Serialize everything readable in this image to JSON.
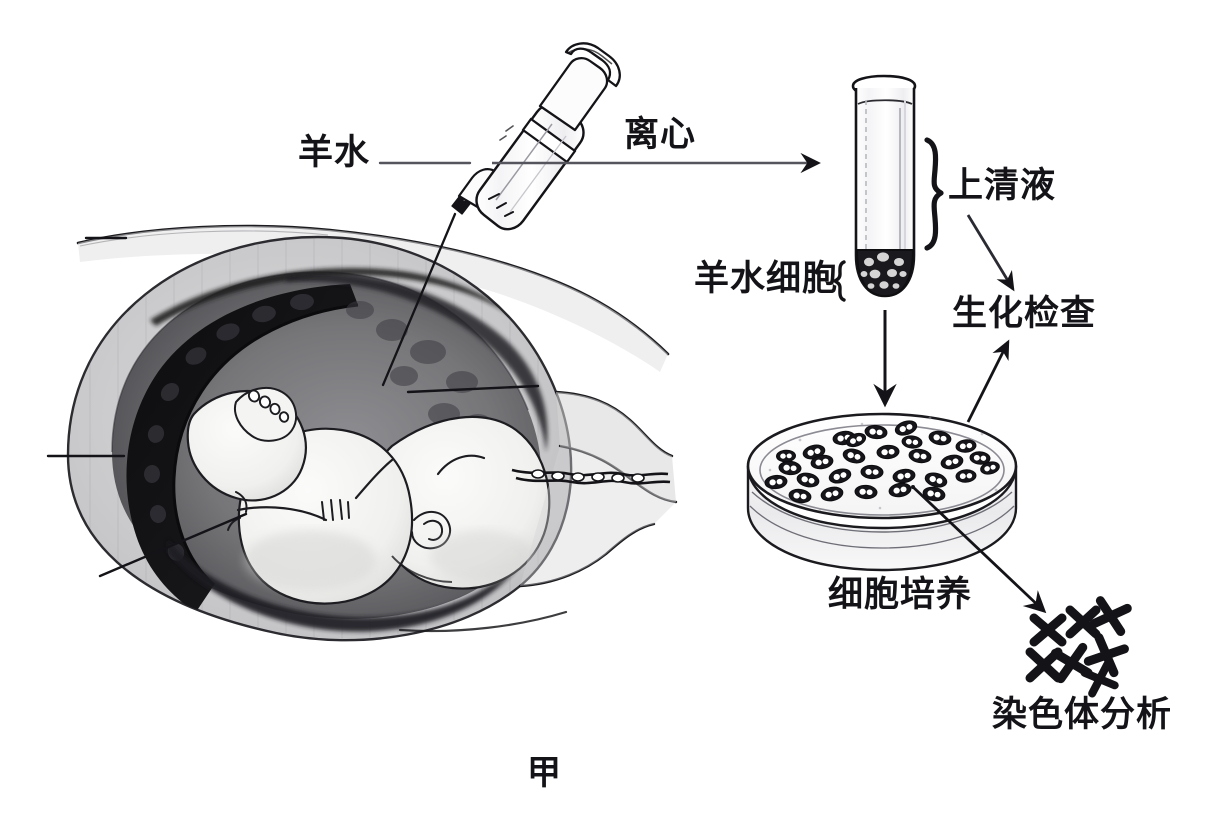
{
  "figure": {
    "caption": "甲",
    "labels": {
      "amniotic_fluid": "羊水",
      "centrifuge": "离心",
      "supernatant": "上清液",
      "amniotic_cells": "羊水细胞",
      "biochemical_test": "生化检查",
      "cell_culture": "细胞培养",
      "chromosome_analysis": "染色体分析"
    },
    "colors": {
      "ink": "#141418",
      "line": "#3a3a44",
      "background": "#ffffff",
      "placenta_dark": "#141416",
      "fluid_mid": "#6e6e72",
      "uterus_light": "#c9c9cb",
      "fetus_light": "#f2f2f0"
    },
    "elements": {
      "syringe": "syringe-illustration",
      "uterus": "uterus-fetus-illustration",
      "test_tube": "test-tube-illustration",
      "petri_dish": "petri-dish-illustration",
      "chromosomes": "chromosome-spread-illustration"
    },
    "counts": {
      "petri_dish_cells": 29,
      "chromosomes": 7,
      "unlabeled_leader_lines": 4
    }
  }
}
